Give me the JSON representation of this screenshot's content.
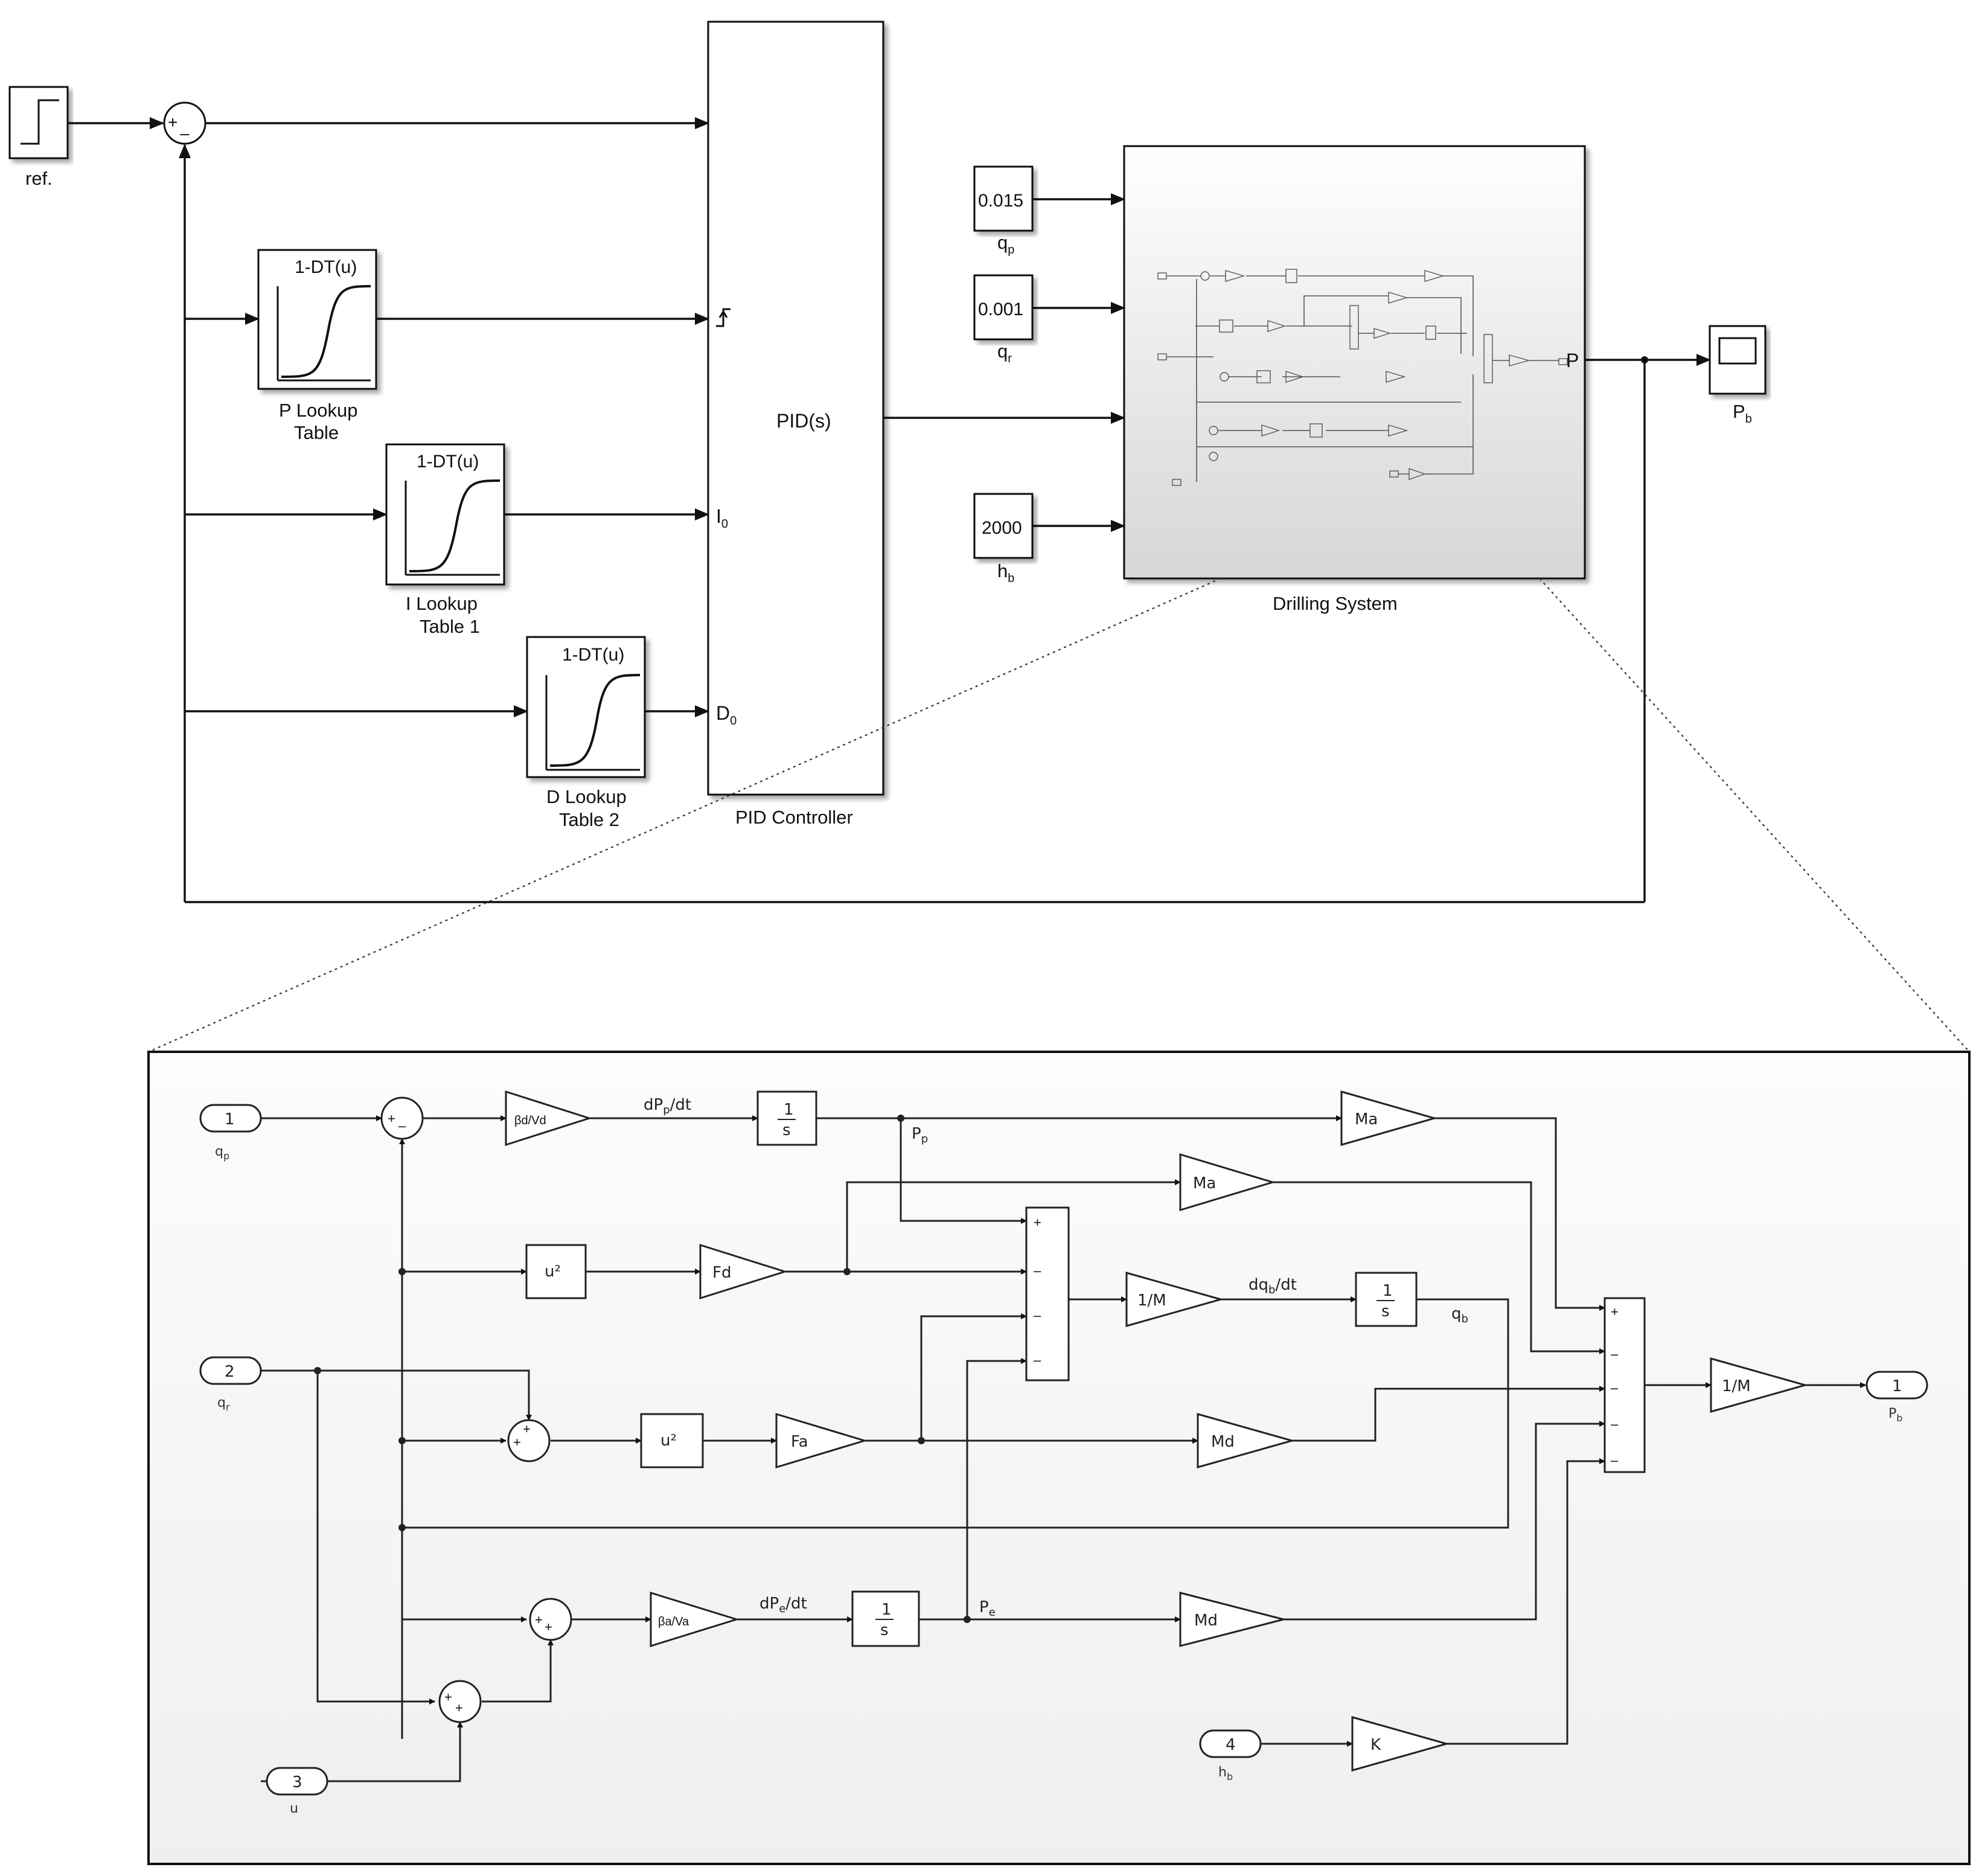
{
  "top": {
    "ref_label": "ref.",
    "sum1_signs": "+–",
    "lookup_expr": "1-DT(u)",
    "p_lookup_label": [
      "P Lookup",
      "Table"
    ],
    "i_lookup_label": [
      "I Lookup",
      "Table 1"
    ],
    "d_lookup_label": [
      "D Lookup",
      "Table 2"
    ],
    "pid_text": "PID(s)",
    "pid_label": "PID Controller",
    "pid_port_i0": "I",
    "pid_port_d0": "D",
    "port_sub": "0",
    "const_qp": "0.015",
    "const_qr": "0.001",
    "const_hb": "2000",
    "qp_label": "q",
    "qp_sub": "p",
    "qr_label": "q",
    "qr_sub": "r",
    "hb_label": "h",
    "hb_sub": "b",
    "drilling_label": "Drilling System",
    "drilling_out": "P",
    "scope_label": "P",
    "scope_sub": "b"
  },
  "sub": {
    "in1": "1",
    "in1_label": "q",
    "in1_sub": "p",
    "in2": "2",
    "in2_label": "q",
    "in2_sub": "r",
    "in3": "3",
    "in3_label": "u",
    "in4": "4",
    "in4_label": "h",
    "in4_sub": "b",
    "out1": "1",
    "out1_label": "P",
    "out1_sub": "b",
    "gain_bd": "βd/Vd",
    "gain_ba": "βa/Va",
    "gain_ma1": "Ma",
    "gain_ma2": "Ma",
    "gain_fd": "Fd",
    "gain_fa": "Fa",
    "gain_md1": "Md",
    "gain_md2": "Md",
    "gain_1m1": "1/M",
    "gain_1m2": "1/M",
    "gain_k": "K",
    "sq1": "u²",
    "sq2": "u²",
    "int_num": "1",
    "int_den": "s",
    "dpp": "dP",
    "dpp_sub": "p",
    "dt": "/dt",
    "dpe": "dP",
    "dpe_sub": "e",
    "dqb": "dq",
    "dqb_sub": "b",
    "pp": "P",
    "pp_sub": "p",
    "pe": "P",
    "pe_sub": "e",
    "qb": "q",
    "qb_sub": "b",
    "sum_main": [
      "+",
      "–",
      "–",
      "–"
    ],
    "sum_out": [
      "+",
      "–",
      "–",
      "–",
      "–"
    ]
  }
}
